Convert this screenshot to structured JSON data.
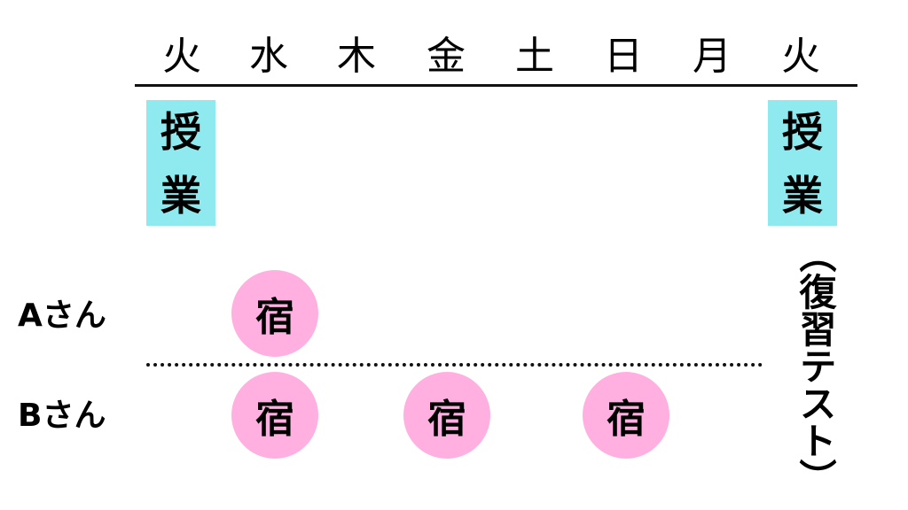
{
  "days": [
    "火",
    "水",
    "木",
    "金",
    "土",
    "日",
    "月",
    "火"
  ],
  "class_label": [
    "授",
    "業"
  ],
  "review_test_label": "（復習テスト）",
  "people": [
    {
      "name": "Aさん",
      "homework_days": [
        "水"
      ]
    },
    {
      "name": "Bさん",
      "homework_days": [
        "水",
        "金",
        "日"
      ]
    }
  ],
  "homework_label": "宿",
  "colors": {
    "class_box": "#8eeaee",
    "homework_circle": "#ffb0e0"
  }
}
